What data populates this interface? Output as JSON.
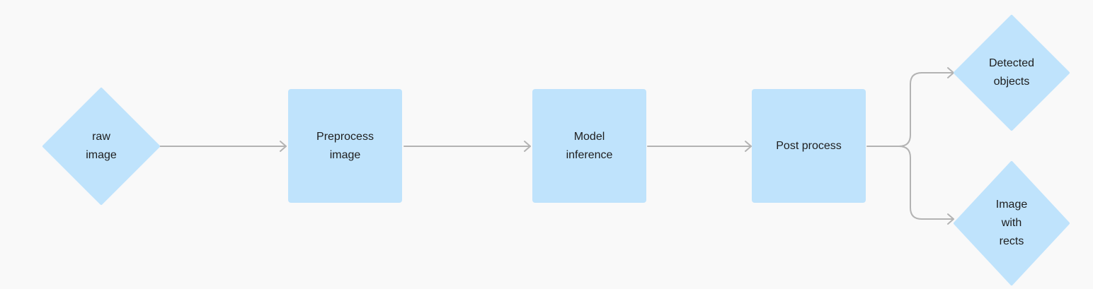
{
  "diagram": {
    "colors": {
      "background": "#f9f9f9",
      "node_fill": "#bfe3fc",
      "connector": "#b3b3b3",
      "text": "#1e1e1e"
    },
    "nodes": {
      "raw_image": {
        "shape": "diamond",
        "label": "raw\nimage"
      },
      "preprocess": {
        "shape": "rectangle",
        "label": "Preprocess\nimage"
      },
      "model_inference": {
        "shape": "rectangle",
        "label": "Model\ninference"
      },
      "post_process": {
        "shape": "rectangle",
        "label": "Post process"
      },
      "detected_objects": {
        "shape": "diamond",
        "label": "Detected\nobjects"
      },
      "image_with_rects": {
        "shape": "diamond",
        "label": "Image\nwith\nrects"
      }
    },
    "edges": [
      {
        "from": "raw_image",
        "to": "preprocess"
      },
      {
        "from": "preprocess",
        "to": "model_inference"
      },
      {
        "from": "model_inference",
        "to": "post_process"
      },
      {
        "from": "post_process",
        "to": "detected_objects"
      },
      {
        "from": "post_process",
        "to": "image_with_rects"
      }
    ]
  }
}
